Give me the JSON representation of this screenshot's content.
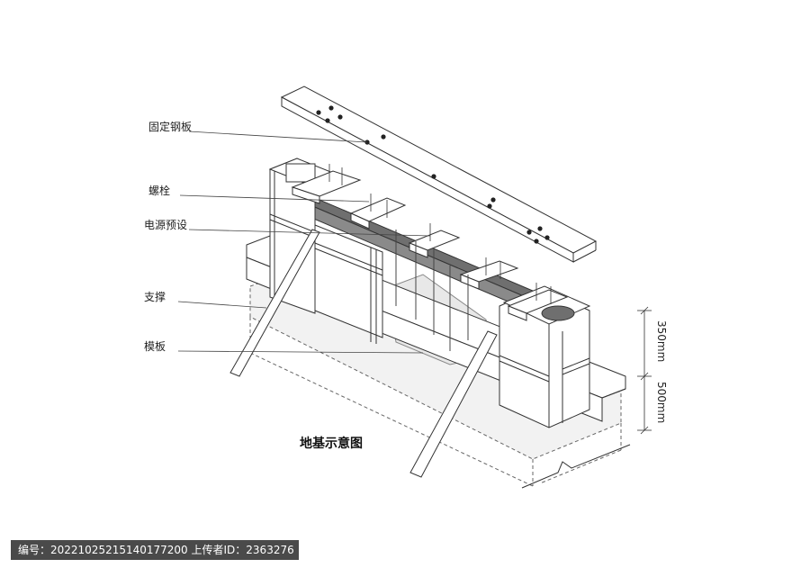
{
  "labels": {
    "plate": "固定钢板",
    "bolt": "螺栓",
    "power": "电源预设",
    "support": "支撑",
    "formwork": "模板"
  },
  "title": "地基示意图",
  "dimensions": {
    "upper": "350mm",
    "lower": "500mm"
  },
  "footer": "编号：20221025215140177200 上传者ID：2363276",
  "colors": {
    "line": "#333333",
    "concrete": "#6f6f6f",
    "soil": "#dcdcdc"
  }
}
